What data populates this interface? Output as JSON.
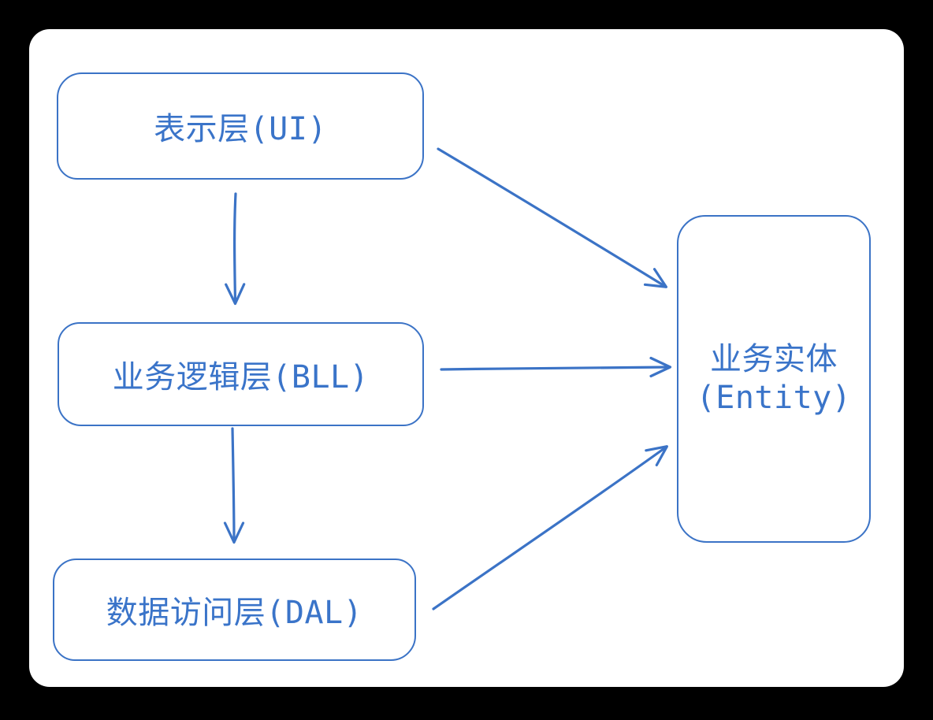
{
  "diagram": {
    "colors": {
      "stroke": "#3b73c6",
      "text": "#3a74c9",
      "canvas_background": "#ffffff",
      "frame_background": "#000000"
    },
    "nodes": [
      {
        "id": "ui",
        "label": "表示层(UI)"
      },
      {
        "id": "bll",
        "label": "业务逻辑层(BLL)"
      },
      {
        "id": "dal",
        "label": "数据访问层(DAL)"
      },
      {
        "id": "entity",
        "label_line1": "业务实体",
        "label_line2": "(Entity)"
      }
    ],
    "edges": [
      {
        "from": "ui",
        "to": "bll"
      },
      {
        "from": "bll",
        "to": "dal"
      },
      {
        "from": "ui",
        "to": "entity"
      },
      {
        "from": "bll",
        "to": "entity"
      },
      {
        "from": "dal",
        "to": "entity"
      }
    ]
  }
}
